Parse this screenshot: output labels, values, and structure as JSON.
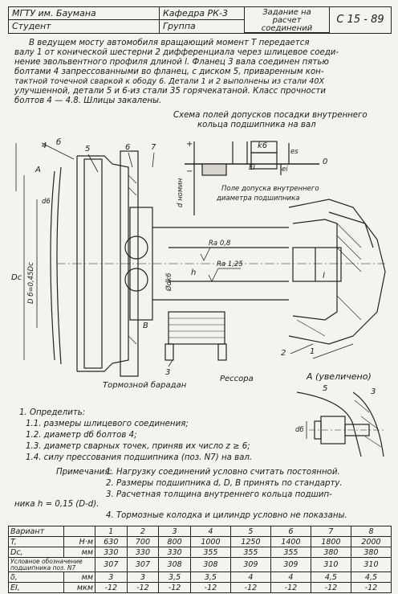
{
  "header": {
    "university": "МГТУ им. Баумана",
    "department": "Кафедра РК-3",
    "task": "Задание на расчет соединений",
    "student": "Студент",
    "group": "Группа",
    "code": "С 15 - 89"
  },
  "intro_lines": [
    "В ведущем мосту автомобиля вращающий момент T передается",
    "валу 1 от конической шестерни 2 дифференциала через шлицевое соеди-",
    "нение эвольвентного профиля длиной l. Фланец 3 вала соединен пятью",
    "болтами 4 запрессованными во фланец, с диском 5, приваренным кон-",
    "тактной точечной сваркой к ободу 6. Детали 1 и 2 выполнены из стали 40Х",
    "улучшенной, детали 5 и 6-из стали 35 горячекатаной. Класс прочности",
    "болтов 4 — 4.8. Шлицы закалены."
  ],
  "scheme": {
    "title_lines": [
      "Схема полей допусков посадки внутреннего",
      "кольца подшипника на вал"
    ],
    "fit": "k6",
    "es": "es",
    "ei": "ei",
    "EI": "EI",
    "zero": "0",
    "plus": "+",
    "minus": "−",
    "d_nom": "d номин",
    "field_lines": [
      "Поле допуска внутреннего",
      "диаметра подшипника"
    ]
  },
  "drawing": {
    "labels": [
      "4",
      "б",
      "5",
      "6",
      "7",
      "A",
      "d6",
      "Dc",
      "D б=0,45Dc",
      "Rа 0,8",
      "Rа 1,25",
      "Ødk6",
      "B",
      "l",
      "h",
      "1",
      "2",
      "3"
    ],
    "brake_drum": "Тормозной барадан",
    "spring": "Рессора",
    "view": "А (увеличено)",
    "view_labels": [
      "5",
      "3",
      "dб"
    ]
  },
  "determine": {
    "heading": "1. Определить:",
    "items": [
      "1.1. размеры шлицевого соединения;",
      "1.2. диаметр dб болтов 4;",
      "1.3. диаметр сварных точек, приняв их число z ≥ 6;",
      "1.4. силу прессования подшипника (поз. N7) на вал."
    ]
  },
  "notes": {
    "heading": "Примечания:",
    "items": [
      "1. Нагрузку соединений условно считать постоянной.",
      "2. Размеры подшипника d, D, B принять по стандарту.",
      "3. Расчетная толщина внутреннего кольца подшип-",
      "ника h = 0,15 (D-d).",
      "4. Тормозные колодка и цилиндр условно не показаны."
    ]
  },
  "table": {
    "header": {
      "label": "Вариант",
      "unit": "",
      "cols": [
        "1",
        "2",
        "3",
        "4",
        "5",
        "6",
        "7",
        "8"
      ]
    },
    "rows": [
      {
        "label": "T,",
        "unit": "Н·м",
        "values": [
          "630",
          "700",
          "800",
          "1000",
          "1250",
          "1400",
          "1800",
          "2000"
        ]
      },
      {
        "label": "Dc,",
        "unit": "мм",
        "values": [
          "330",
          "330",
          "330",
          "355",
          "355",
          "355",
          "380",
          "380"
        ]
      },
      {
        "label": "Условное обозначение подшипника поз. N7",
        "unit": "",
        "values": [
          "307",
          "307",
          "308",
          "308",
          "309",
          "309",
          "310",
          "310"
        ]
      },
      {
        "label": "δ,",
        "unit": "мм",
        "values": [
          "3",
          "3",
          "3,5",
          "3,5",
          "4",
          "4",
          "4,5",
          "4,5"
        ]
      },
      {
        "label": "EI,",
        "unit": "мкм",
        "values": [
          "-12",
          "-12",
          "-12",
          "-12",
          "-12",
          "-12",
          "-12",
          "-12"
        ]
      }
    ]
  }
}
